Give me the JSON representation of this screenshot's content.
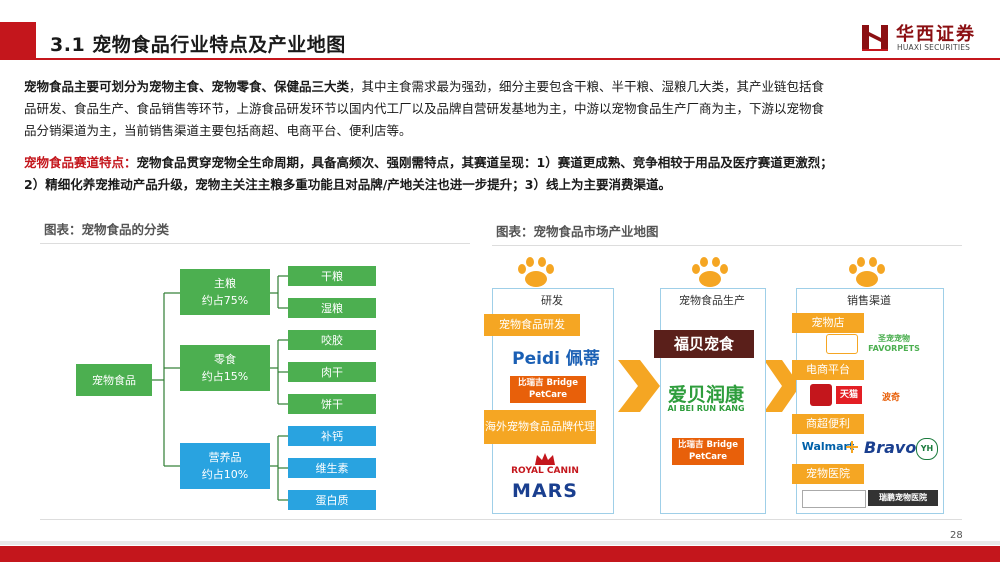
{
  "header": {
    "title": "3.1 宠物食品行业特点及产业地图",
    "logo_cn": "华西证券",
    "logo_en": "HUAXI SECURITIES"
  },
  "intro": {
    "bold_lead": "宠物食品主要可划分为宠物主食、宠物零食、保健品三大类",
    "line1_rest": "，其中主食需求最为强劲，细分主要包含干粮、半干粮、湿粮几大类，其产业链包括食",
    "line2": "品研发、食品生产、食品销售等环节，上游食品研发环节以国内代工厂以及品牌自营研发基地为主，中游以宠物食品生产厂商为主，下游以宠物食",
    "line3": "品分销渠道为主，当前销售渠道主要包括商超、电商平台、便利店等。"
  },
  "track": {
    "label": "宠物食品赛道特点：",
    "line1_rest": "宠物食品贯穿宠物全生命周期，具备高频次、强刚需特点，其赛道呈现：1）赛道更成熟、竞争相较于用品及医疗赛道更激烈；",
    "line2": "2）精细化养宠推动产品升级，宠物主关注主粮多重功能且对品牌/产地关注也进一步提升；3）线上为主要消费渠道。"
  },
  "left_chart": {
    "title": "图表：宠物食品的分类",
    "root": "宠物食品",
    "groups": [
      {
        "name": "主粮",
        "share": "约占75%",
        "items": [
          "干粮",
          "湿粮"
        ]
      },
      {
        "name": "零食",
        "share": "约占15%",
        "items": [
          "咬胶",
          "肉干",
          "饼干"
        ]
      },
      {
        "name": "营养品",
        "share": "约占10%",
        "items": [
          "补钙",
          "维生素",
          "蛋白质"
        ]
      }
    ]
  },
  "right_chart": {
    "title": "图表：宠物食品市场产业地图",
    "columns": [
      "研发",
      "宠物食品生产",
      "销售渠道"
    ],
    "rd_tags": [
      "宠物食品研发",
      "海外宠物食品品牌代理"
    ],
    "rd_logos": [
      "Peidi 佩蒂",
      "比瑞吉 Bridge PetCare",
      "ROYAL CANIN",
      "MARS"
    ],
    "prod_logos": [
      "福贝宠食",
      "爱贝润康",
      "AI BEI RUN KANG",
      "比瑞吉 Bridge PetCare"
    ],
    "sales_tags": [
      "宠物店",
      "电商平台",
      "商超便利",
      "宠物医院"
    ],
    "sales_logos": [
      "圣宠宠物",
      "FAVORPETS",
      "天猫",
      "波奇",
      "Walmart",
      "Bravo",
      "YH",
      "瑞鹏宠物医院"
    ]
  },
  "footer": {
    "page": "28"
  },
  "colors": {
    "brand_red": "#c4161c",
    "green": "#4caf50",
    "blue": "#29a3e0",
    "orange": "#f5a623"
  }
}
